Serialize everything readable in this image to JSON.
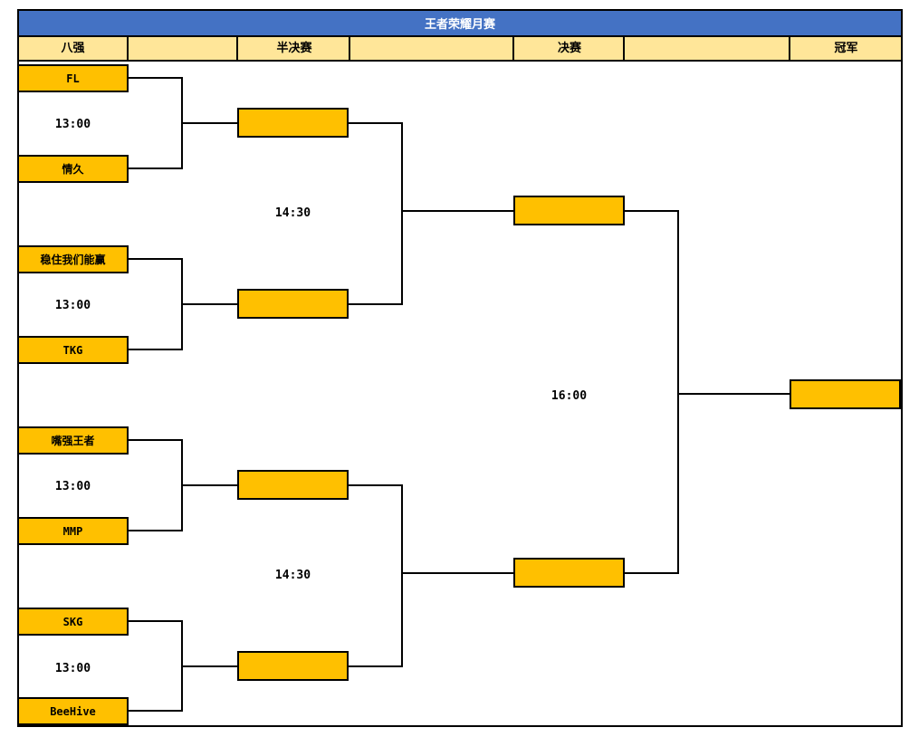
{
  "title": "王者荣耀月赛",
  "headers": {
    "quarterfinals": "八强",
    "semifinals": "半决赛",
    "finals": "决赛",
    "champion": "冠军"
  },
  "colors": {
    "title_bg": "#4472C4",
    "title_text": "#FFFFFF",
    "header_bg": "#FFE699",
    "box_bg": "#FFC000",
    "line": "#000000"
  },
  "bracket": {
    "quarterfinals": [
      {
        "team1": "FL",
        "team2": "情久",
        "time": "13:00"
      },
      {
        "team1": "稳住我们能赢",
        "team2": "TKG",
        "time": "13:00"
      },
      {
        "team1": "嘴强王者",
        "team2": "MMP",
        "time": "13:00"
      },
      {
        "team1": "SKG",
        "team2": "BeeHive",
        "time": "13:00"
      }
    ],
    "semifinals": [
      {
        "time": "14:30"
      },
      {
        "time": "14:30"
      }
    ],
    "final": {
      "time": "16:00"
    }
  }
}
